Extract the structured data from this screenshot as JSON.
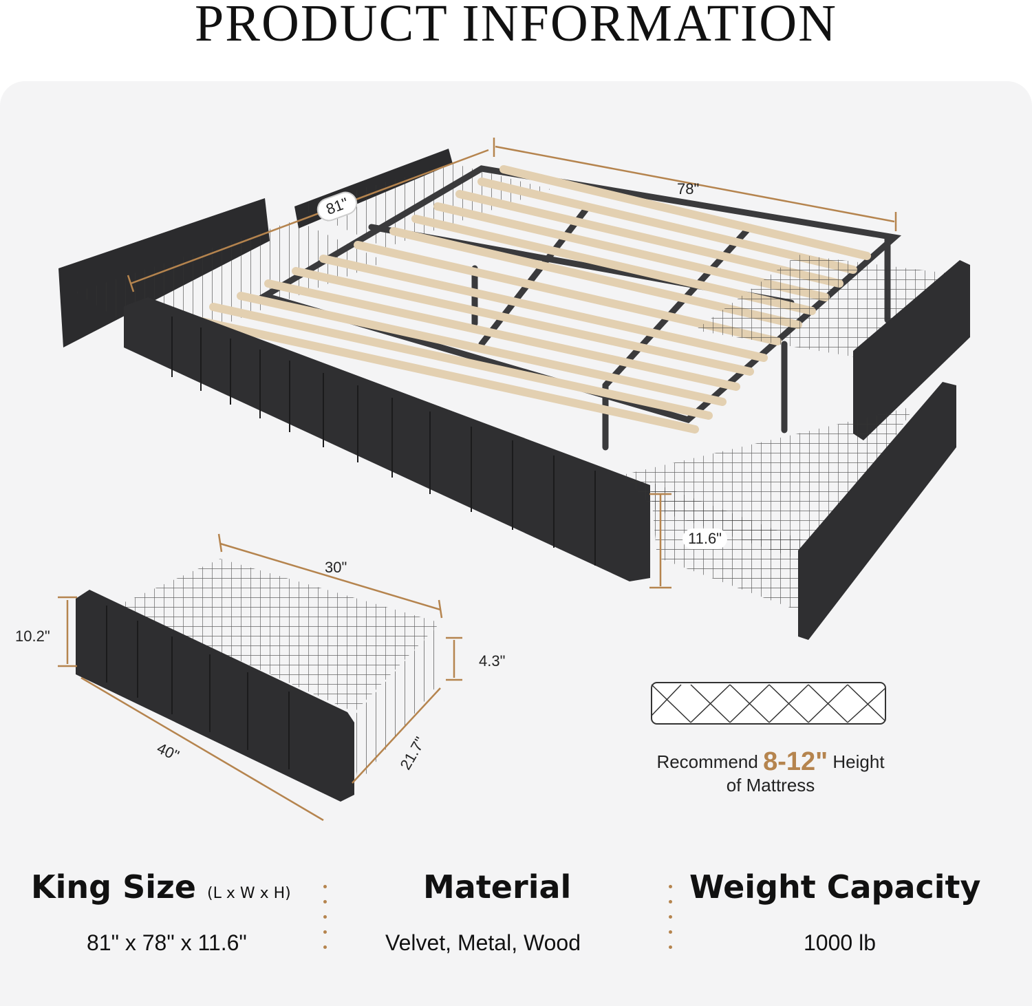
{
  "header": {
    "title": "PRODUCT INFORMATION"
  },
  "dimensions": {
    "bed_length": "81\"",
    "bed_width": "78\"",
    "bed_height": "11.6\"",
    "drawer_depth": "30\"",
    "drawer_front_height": "10.2\"",
    "drawer_basket_height": "4.3\"",
    "drawer_width": "40\"",
    "drawer_side": "21.7\""
  },
  "mattress": {
    "prefix": "Recommend",
    "highlight": "8-12\"",
    "suffix": "Height",
    "line2": "of Mattress",
    "accent_color": "#b5844e"
  },
  "specs": [
    {
      "title": "King Size",
      "unit": "(L x W x H)",
      "value": "81\" x 78\" x 11.6\""
    },
    {
      "title": "Material",
      "unit": "",
      "value": "Velvet, Metal, Wood"
    },
    {
      "title": "Weight Capacity",
      "unit": "",
      "value": "1000 lb"
    }
  ],
  "colors": {
    "accent": "#b5844e",
    "upholstery": "#2e2e30",
    "slat": "#e2cfb0",
    "panel_bg": "#f4f4f5"
  }
}
